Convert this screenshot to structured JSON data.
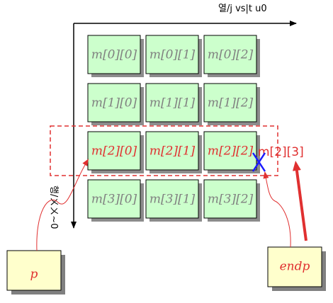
{
  "axes": {
    "column_label": "열/j vs|t u0",
    "row_label": "행/ㄨㄨ~0"
  },
  "matrix": {
    "rows": [
      [
        "m[0][0]",
        "m[0][1]",
        "m[0][2]"
      ],
      [
        "m[1][0]",
        "m[1][1]",
        "m[1][2]"
      ],
      [
        "m[2][0]",
        "m[2][1]",
        "m[2][2]"
      ],
      [
        "m[3][0]",
        "m[3][1]",
        "m[3][2]"
      ]
    ],
    "highlighted_row": 2
  },
  "out_of_range_label": "m[2][3]",
  "pointers": {
    "start": "p",
    "end": "endp"
  },
  "colors": {
    "cell_fill": "#ccffcc",
    "cell_text": "#808080",
    "highlight_text": "#e03030",
    "pointer_box_fill": "#ffffcc",
    "arrow_red": "#e03030",
    "cross_blue": "#1a1aff"
  }
}
